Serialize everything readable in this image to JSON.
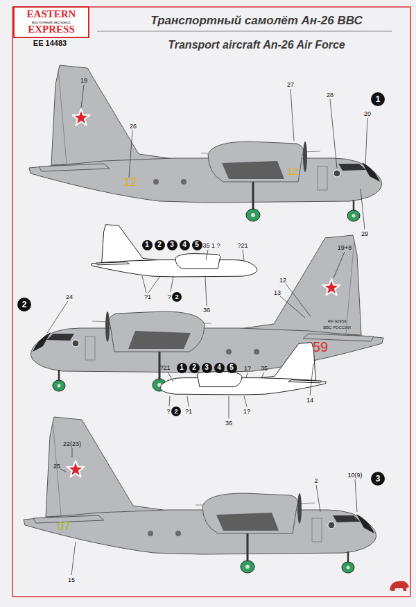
{
  "diagram": {
    "title": "Транспортный самолёт Ан-26 ВВС",
    "nodes": [
      {
        "text": [
          "EASTERN",
          "восточный экспресс",
          "EXPRESS"
        ]
      },
      {
        "text": [
          "1"
        ]
      },
      {
        "text": [
          "1"
        ]
      },
      {
        "text": [
          "2"
        ]
      },
      {
        "text": [
          "3"
        ]
      },
      {
        "text": [
          "4"
        ]
      },
      {
        "text": [
          "5"
        ]
      },
      {
        "text": [
          "2"
        ]
      },
      {
        "text": [
          "2"
        ]
      },
      {
        "text": [
          "1"
        ]
      },
      {
        "text": [
          "2"
        ]
      },
      {
        "text": [
          "3"
        ]
      },
      {
        "text": [
          "4"
        ]
      },
      {
        "text": [
          "5"
        ]
      },
      {
        "text": [
          "2"
        ]
      },
      {
        "text": [
          "3"
        ]
      }
    ],
    "labels": [
      "Transport aircraft An-26 Air Force",
      "EE 14483",
      "19",
      "26",
      "27",
      "28",
      "20",
      "29",
      "12",
      "12",
      "35 1 ?",
      "?21",
      "?1",
      "?",
      "36",
      "24",
      "19+8",
      "12",
      "13",
      "14",
      "RF-92959",
      "ВВС РОССИИ",
      "59",
      "?21",
      "1?",
      "35",
      "?",
      "?1",
      "36",
      "1?",
      "22(23)",
      "25",
      "2",
      "10(9)",
      "15",
      "07"
    ]
  }
}
